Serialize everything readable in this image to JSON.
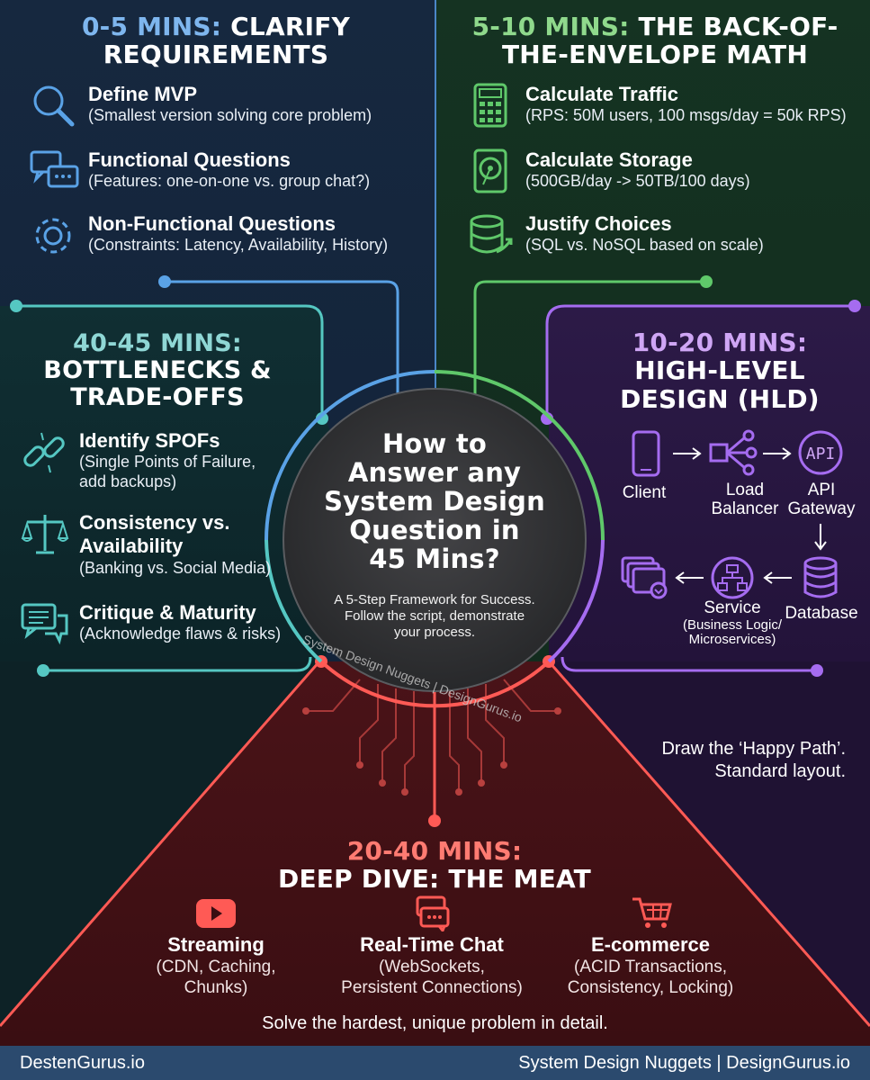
{
  "center": {
    "title_lines": [
      "How to",
      "Answer any",
      "System Design",
      "Question in",
      "45 Mins?"
    ],
    "subtitle_lines": [
      "A 5-Step Framework for Success.",
      "Follow the script, demonstrate",
      "your process."
    ],
    "watermark": "System Design Nuggets | DesignGurus.io"
  },
  "clarify": {
    "time": "0-5 MINS:",
    "title_rest": "CLARIFY",
    "title_line2": "REQUIREMENTS",
    "items": [
      {
        "icon": "magnifier-icon",
        "heading": "Define MVP",
        "desc": "(Smallest version solving core problem)"
      },
      {
        "icon": "chat-bubbles-icon",
        "heading": "Functional Questions",
        "desc": "(Features: one-on-one vs. group chat?)"
      },
      {
        "icon": "gear-icon",
        "heading": "Non-Functional Questions",
        "desc": "(Constraints: Latency, Availability, History)"
      }
    ]
  },
  "math": {
    "time": "5-10 MINS:",
    "title_rest": "THE BACK-OF-",
    "title_line2": "THE-ENVELOPE MATH",
    "items": [
      {
        "icon": "calculator-icon",
        "heading": "Calculate Traffic",
        "desc": "(RPS: 50M users, 100 msgs/day = 50k RPS)"
      },
      {
        "icon": "hard-drive-icon",
        "heading": "Calculate Storage",
        "desc": "(500GB/day -> 50TB/100 days)"
      },
      {
        "icon": "database-arrow-icon",
        "heading": "Justify Choices",
        "desc": "(SQL vs. NoSQL based on scale)"
      }
    ]
  },
  "bottlenecks": {
    "title_lines": [
      "40-45 MINS:",
      "BOTTLENECKS &",
      "TRADE-OFFS"
    ],
    "items": [
      {
        "icon": "broken-link-icon",
        "heading": "Identify SPOFs",
        "desc_lines": [
          "(Single Points of Failure,",
          "add backups)"
        ]
      },
      {
        "icon": "scales-icon",
        "heading_lines": [
          "Consistency vs.",
          "Availability"
        ],
        "desc_lines": [
          "(Banking vs. Social Media)"
        ]
      },
      {
        "icon": "message-icon",
        "heading": "Critique & Maturity",
        "desc_lines": [
          "(Acknowledge flaws & risks)"
        ]
      }
    ]
  },
  "hld": {
    "title_lines": [
      "10-20 MINS:",
      "HIGH-LEVEL",
      "DESIGN (HLD)"
    ],
    "api_icon_text": "API",
    "nodes": {
      "client": "Client",
      "load_balancer": [
        "Load",
        "Balancer"
      ],
      "api_gateway": [
        "API",
        "Gateway"
      ],
      "database": "Database",
      "service": "Service",
      "service_sub": [
        "(Business Logic/",
        "Microservices)"
      ]
    },
    "note_lines": [
      "Draw the ‘Happy Path’.",
      "Standard layout."
    ]
  },
  "deep_dive": {
    "title_lines": [
      "20-40 MINS:",
      "DEEP DIVE: THE MEAT"
    ],
    "columns": [
      {
        "icon": "play-button-icon",
        "heading": "Streaming",
        "desc_lines": [
          "(CDN, Caching,",
          "Chunks)"
        ]
      },
      {
        "icon": "chat-icon",
        "heading": "Real-Time Chat",
        "desc_lines": [
          "(WebSockets,",
          "Persistent Connections)"
        ]
      },
      {
        "icon": "shopping-cart-icon",
        "heading": "E-commerce",
        "desc_lines": [
          "(ACID Transactions,",
          "Consistency, Locking)"
        ]
      }
    ],
    "footer_line": "Solve the hardest, unique problem in detail."
  },
  "footer": {
    "left": "DestenGurus.io",
    "right": "System Design Nuggets | DesignGurus.io"
  },
  "colors": {
    "blue": "#5aa2e6",
    "green": "#5fc86a",
    "teal": "#55c7c2",
    "purple": "#a56cf0",
    "red": "#ff5a55",
    "footer_bg": "#2b4a6e"
  }
}
